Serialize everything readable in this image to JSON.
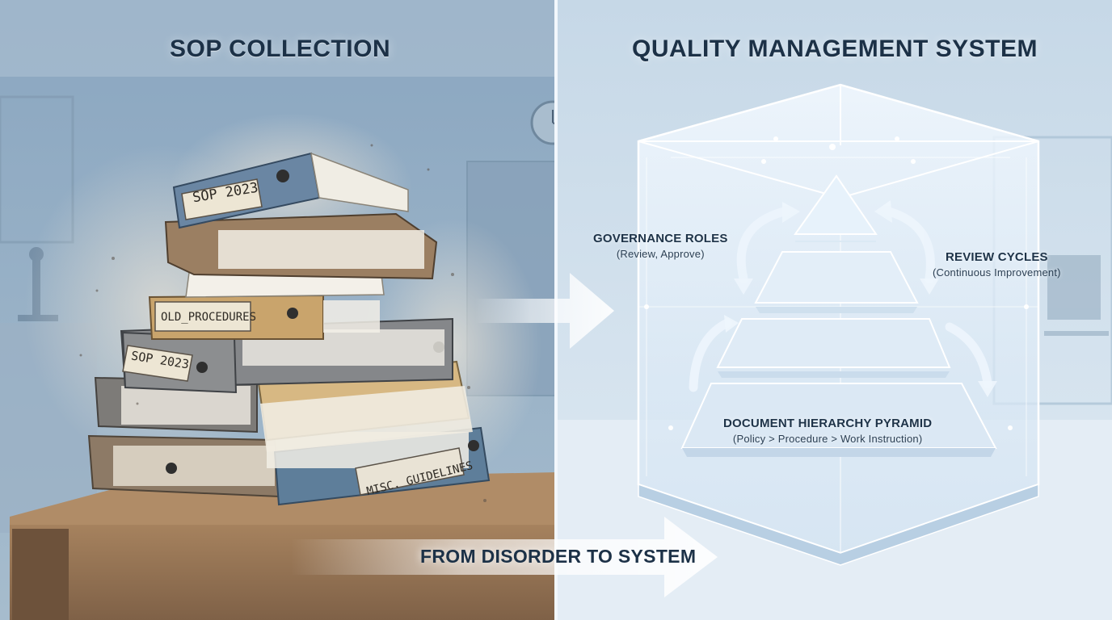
{
  "panels": {
    "left_title": "SOP COLLECTION",
    "right_title": "QUALITY MANAGEMENT SYSTEM"
  },
  "binders": [
    {
      "label": "SOP 2023"
    },
    {
      "label": "OLD_PROCEDURES"
    },
    {
      "label": "SOP 2023"
    },
    {
      "label": "MISC. GUIDELINES"
    }
  ],
  "pyramid": {
    "governance": {
      "title": "GOVERNANCE ROLES",
      "subtitle": "(Review, Approve)"
    },
    "review": {
      "title": "REVIEW CYCLES",
      "subtitle": "(Continuous Improvement)"
    },
    "hierarchy": {
      "title": "DOCUMENT HIERARCHY PYRAMID",
      "subtitle": "(Policy > Procedure > Work Instruction)"
    }
  },
  "banner": {
    "text": "FROM DISORDER TO SYSTEM"
  },
  "colors": {
    "left_bg": "#8fa8bf",
    "right_bg": "#c9dae8",
    "title_text": "#1c3147",
    "glass": "#eaf4fc",
    "desk": "#9b7a58"
  }
}
